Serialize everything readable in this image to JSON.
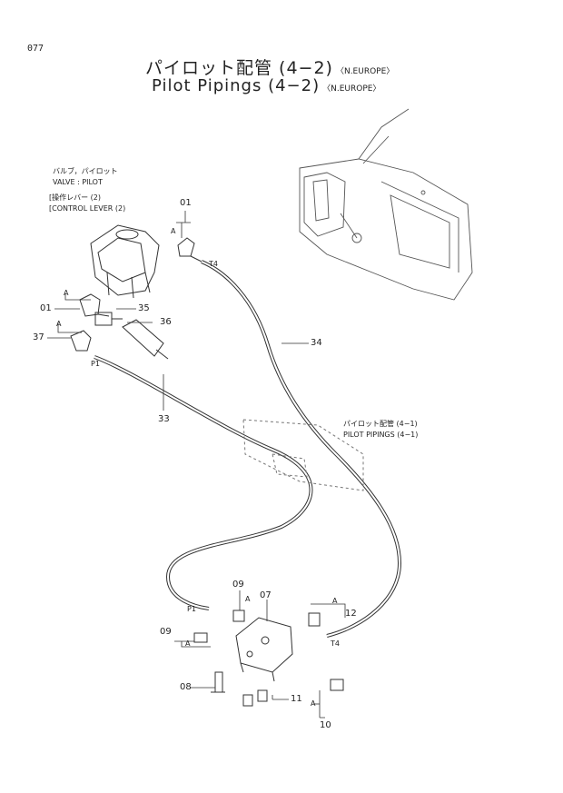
{
  "page_number": "077",
  "title_jp": "パイロット配管 (4−2)",
  "title_en": "Pilot Pipings (4−2)",
  "variant_jp": "〈N.EUROPE〉",
  "variant_en": "〈N.EUROPE〉",
  "valve_label": {
    "jp": "バルブ，パイロット",
    "en": "VALVE : PILOT",
    "lever_jp": "[操作レバー (2)",
    "lever_en": "[CONTROL LEVER (2)"
  },
  "cross_ref": {
    "jp": "パイロット配管 (4−1)",
    "en": "PILOT PIPINGS (4−1)"
  },
  "callouts": {
    "c01_top": "01",
    "c01_left": "01",
    "c35": "35",
    "c36": "36",
    "c37": "37",
    "c34": "34",
    "c33": "33",
    "c09_top": "09",
    "c07": "07",
    "c12": "12",
    "c09_left": "09",
    "c08": "08",
    "c11": "11",
    "c10": "10"
  },
  "letter_marks": {
    "a1": "A",
    "a2": "A",
    "a3": "A",
    "a4": "A",
    "a5": "A",
    "a6": "A",
    "a7": "A"
  },
  "port_marks": {
    "p1_top": "P1",
    "t4_top": "T4",
    "p1_bottom": "P1",
    "t4_bottom": "T4"
  }
}
